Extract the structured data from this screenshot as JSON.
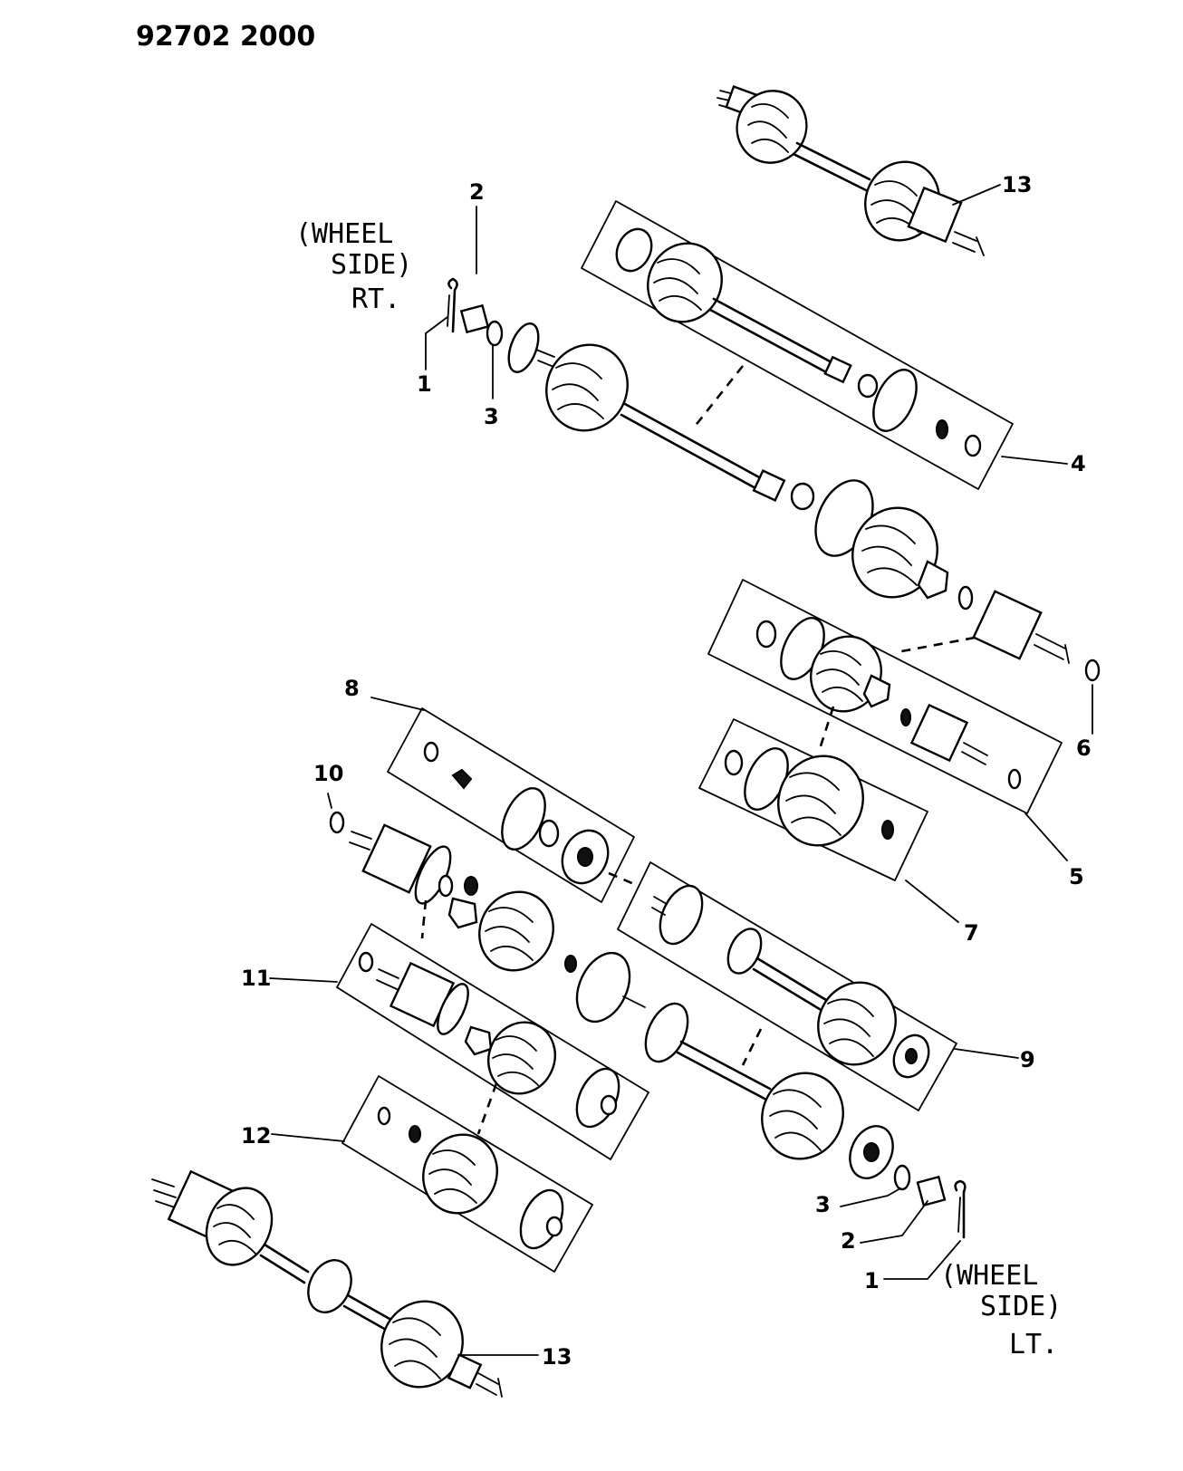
{
  "header": {
    "code": "92702 2000"
  },
  "notes": {
    "right_side": {
      "line1": "(WHEEL",
      "line2": "SIDE)",
      "line3": "RT."
    },
    "left_side": {
      "line1": "(WHEEL",
      "line2": "SIDE)",
      "line3": "LT."
    }
  },
  "callouts": {
    "c1_top": "1",
    "c2_top": "2",
    "c3_top": "3",
    "c4": "4",
    "c5": "5",
    "c6": "6",
    "c7": "7",
    "c8": "8",
    "c9": "9",
    "c10": "10",
    "c11": "11",
    "c12": "12",
    "c13_top": "13",
    "c13_bottom": "13",
    "c3_bottom": "3",
    "c2_bottom": "2",
    "c1_bottom": "1"
  }
}
